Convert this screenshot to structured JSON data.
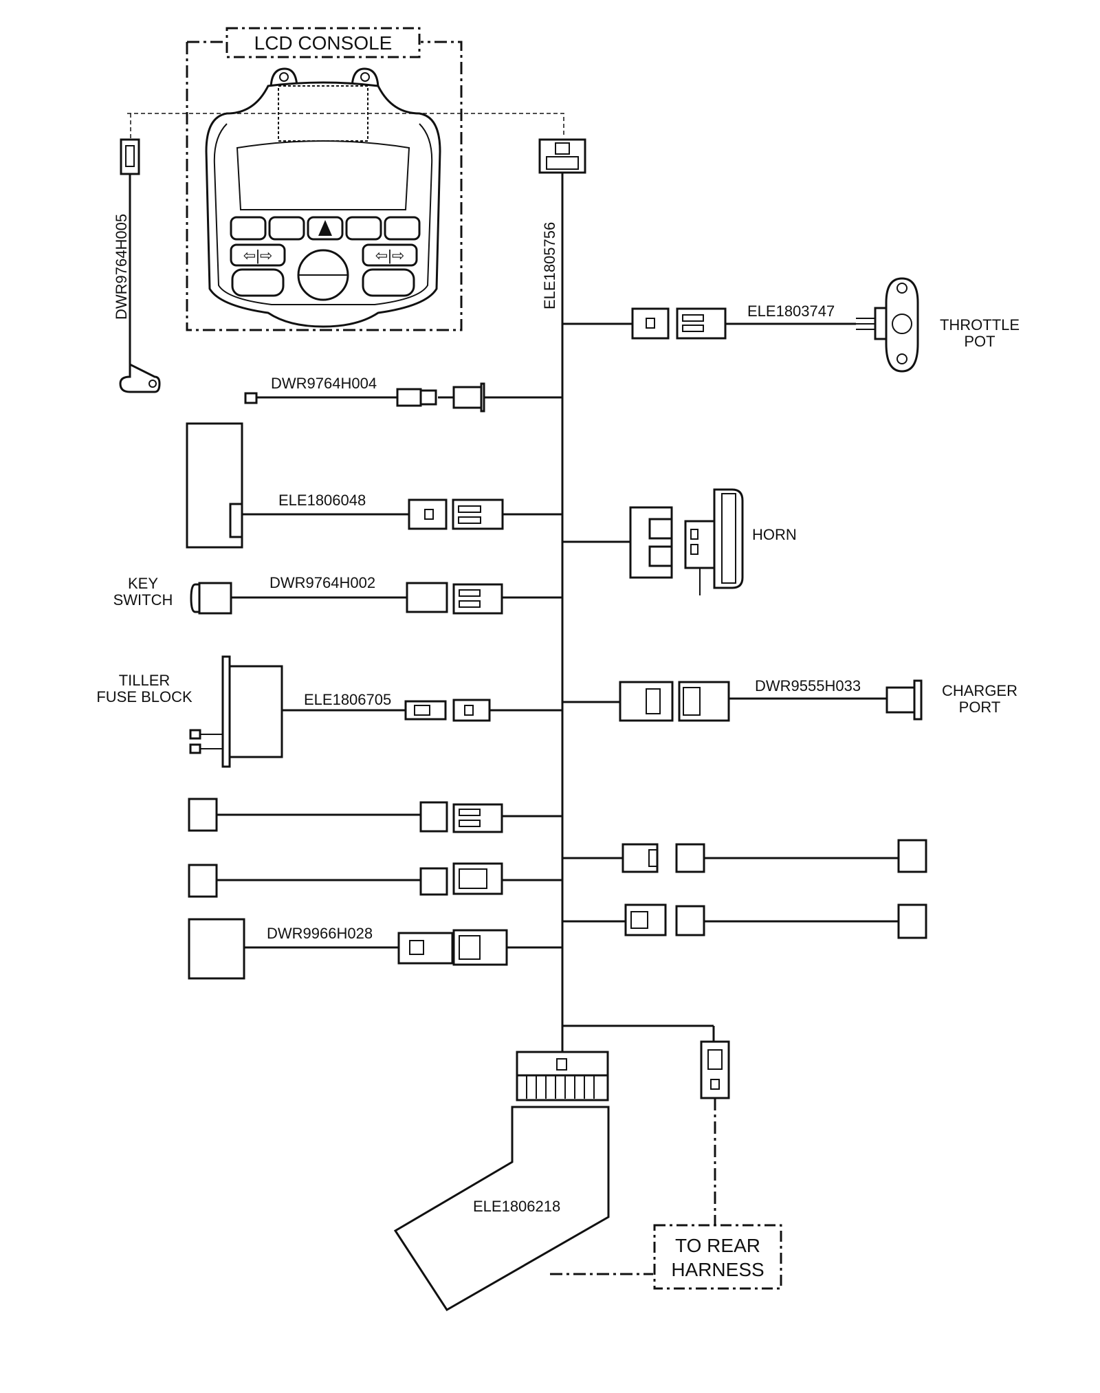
{
  "labels": {
    "lcd_console": "LCD CONSOLE",
    "throttle_pot_1": "THROTTLE",
    "throttle_pot_2": "POT",
    "horn": "HORN",
    "key_switch_1": "KEY",
    "key_switch_2": "SWITCH",
    "fuse_block_1": "TILLER",
    "fuse_block_2": "FUSE BLOCK",
    "charger_port_1": "CHARGER",
    "charger_port_2": "PORT",
    "rear_harness_1": "TO REAR",
    "rear_harness_2": "HARNESS"
  },
  "part_numbers": {
    "main_harness": "ELE1805756",
    "console_ground": "DWR9764H005",
    "throttle_harness": "ELE1803747",
    "h004": "DWR9764H004",
    "h048": "ELE1806048",
    "key_switch_harness": "DWR9764H002",
    "fuse_block_harness": "ELE1806705",
    "charger_harness": "DWR9555H033",
    "h028": "DWR9966H028",
    "rear_connector": "ELE1806218"
  },
  "icons": {
    "console": "lcd-console-icon",
    "throttle": "throttle-pot-icon",
    "horn": "horn-icon",
    "key": "key-switch-icon",
    "fuse": "fuse-block-icon",
    "charger": "charger-port-icon",
    "connector": "connector-icon"
  },
  "colors": {
    "line": "#111111",
    "background": "#ffffff"
  }
}
